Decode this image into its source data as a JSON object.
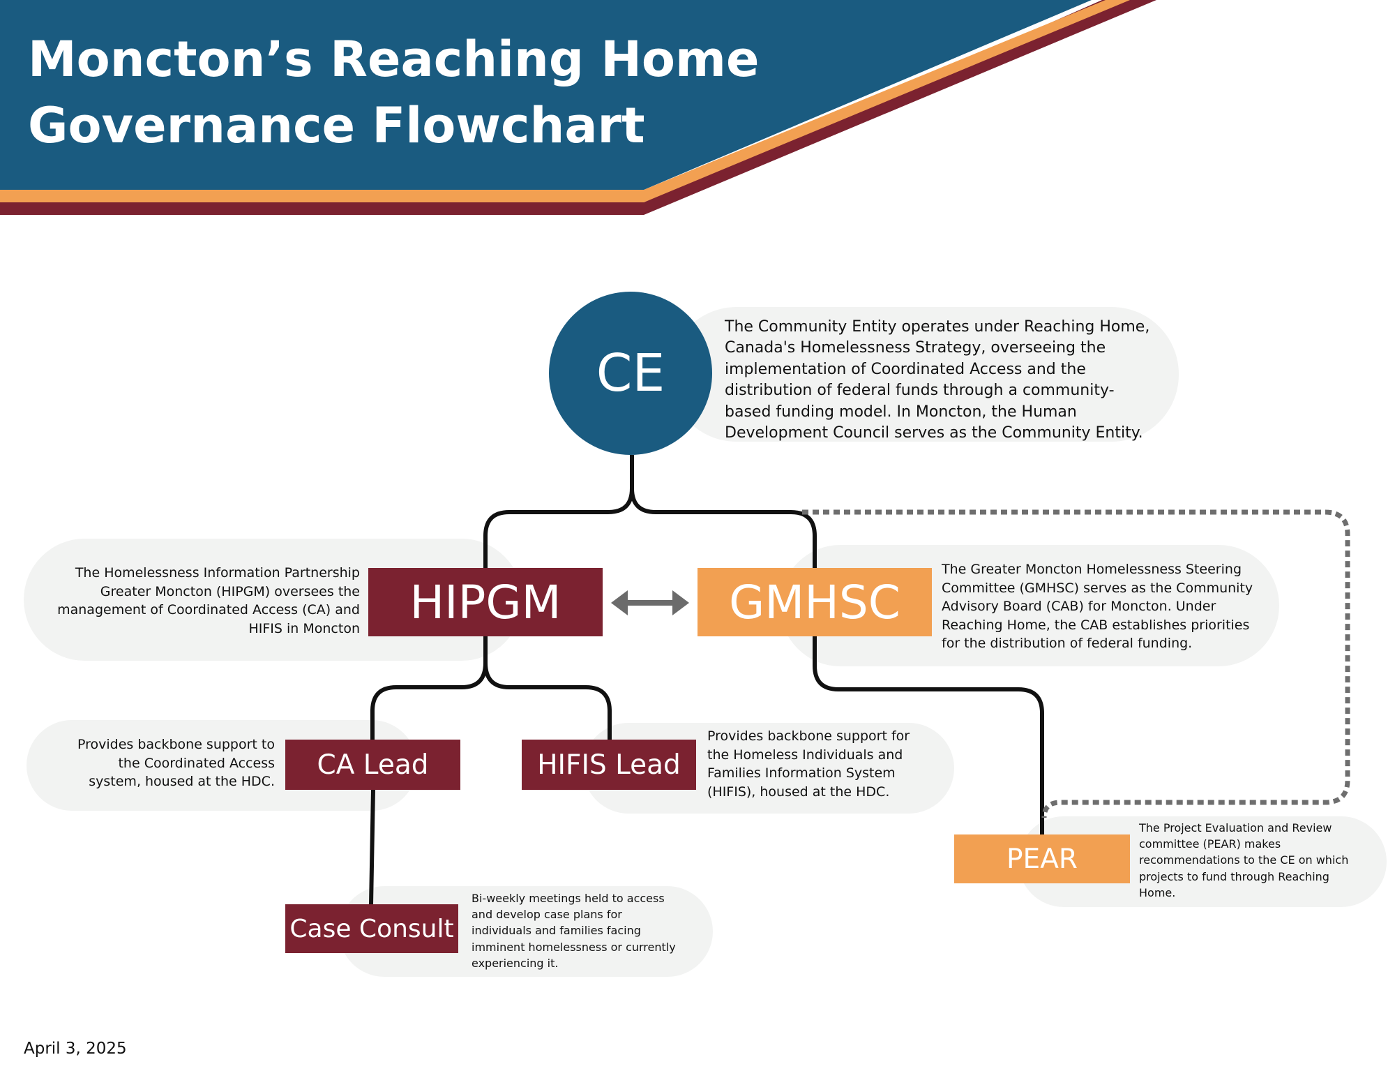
{
  "header": {
    "title_line1": "Moncton’s Reaching Home",
    "title_line2": "Governance Flowchart"
  },
  "colors": {
    "navy": "#1a5b80",
    "maroon": "#7b2230",
    "orange": "#f2a052",
    "pill_bg": "#f2f3f2",
    "connector": "#111111",
    "arrow": "#6b6b6b"
  },
  "nodes": {
    "ce": {
      "label": "CE",
      "description": [
        "The Community Entity operates under Reaching Home,",
        "Canada's Homelessness Strategy, overseeing the",
        "implementation of Coordinated Access and the",
        "distribution of federal funds through a community-",
        "based funding model. In Moncton, the Human",
        "Development Council serves as the Community Entity."
      ]
    },
    "hipgm": {
      "label": "HIPGM",
      "description": [
        "The Homelessness Information Partnership",
        "Greater Moncton (HIPGM) oversees the",
        "management of Coordinated Access (CA) and",
        "HIFIS in Moncton"
      ]
    },
    "gmhsc": {
      "label": "GMHSC",
      "description": [
        "The Greater Moncton Homelessness Steering",
        "Committee (GMHSC) serves as the Community",
        "Advisory Board (CAB) for Moncton. Under",
        "Reaching Home, the CAB establishes priorities",
        "for the distribution of federal funding."
      ]
    },
    "ca_lead": {
      "label": "CA Lead",
      "description": [
        "Provides backbone support to",
        "the Coordinated Access",
        "system, housed at the HDC."
      ]
    },
    "hifis_lead": {
      "label": "HIFIS Lead",
      "description": [
        "Provides backbone support for",
        "the Homeless Individuals and",
        "Families Information System",
        "(HIFIS), housed at the HDC."
      ]
    },
    "case_consult": {
      "label": "Case Consult",
      "description": [
        "Bi-weekly meetings held to access",
        "and develop case plans for",
        "individuals and families facing",
        "imminent homelessness or currently",
        "experiencing it."
      ]
    },
    "pear": {
      "label": "PEAR",
      "description": [
        "The Project Evaluation and Review",
        "committee (PEAR) makes",
        "recommendations to the CE on which",
        "projects to fund through Reaching",
        "Home."
      ]
    }
  },
  "footer": {
    "date": "April 3, 2025"
  }
}
